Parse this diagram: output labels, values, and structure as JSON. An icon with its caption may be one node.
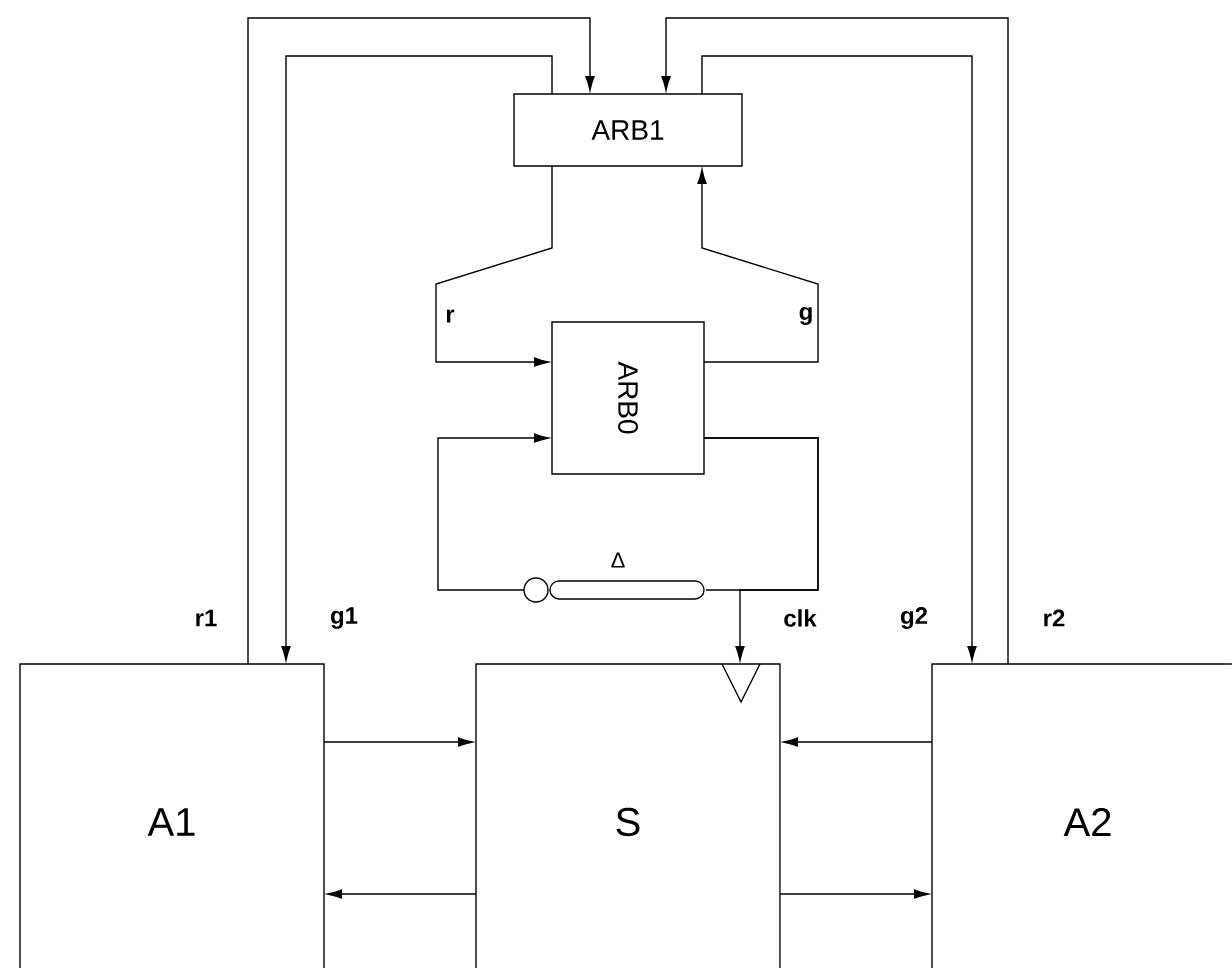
{
  "diagram": {
    "nodes": [
      {
        "text": [
          "ARB1"
        ]
      },
      {
        "text": [
          "ARB0"
        ]
      },
      {
        "text": [],
        "shape": "bar",
        "beside": [
          "Δ"
        ]
      },
      {
        "text": [
          "A1"
        ]
      },
      {
        "text": [
          "S"
        ]
      },
      {
        "text": [
          "A2"
        ]
      }
    ],
    "edges": [
      {
        "from": 3,
        "to": 0,
        "arrow": "to",
        "label": "r1"
      },
      {
        "from": 0,
        "to": 3,
        "arrow": "to",
        "label": "g1"
      },
      {
        "from": 5,
        "to": 0,
        "arrow": "to",
        "label": "r2"
      },
      {
        "from": 0,
        "to": 5,
        "arrow": "to",
        "label": "g2"
      },
      {
        "from": 0,
        "to": 1,
        "arrow": "to",
        "label": "r"
      },
      {
        "from": 1,
        "to": 0,
        "arrow": "to",
        "label": "g"
      },
      {
        "from": 1,
        "to": 2,
        "arrow": "none"
      },
      {
        "from": 2,
        "to": 1,
        "arrow": "to"
      },
      {
        "from": 1,
        "to": 4,
        "arrow": "to",
        "label": "clk"
      },
      {
        "from": 3,
        "to": 4,
        "arrow": "to"
      },
      {
        "from": 4,
        "to": 3,
        "arrow": "to"
      },
      {
        "from": 5,
        "to": 4,
        "arrow": "to"
      },
      {
        "from": 4,
        "to": 5,
        "arrow": "to"
      }
    ]
  }
}
